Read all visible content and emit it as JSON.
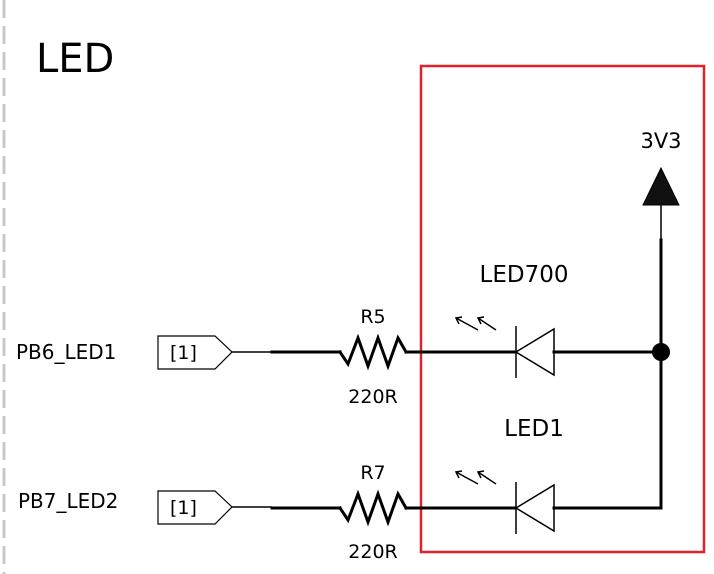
{
  "title": "LED",
  "power": {
    "label": "3V3"
  },
  "highlight_color": "#e0202a",
  "rows": [
    {
      "net_label": "PB6_LED1",
      "port_ref": "[1]",
      "resistor": {
        "ref": "R5",
        "value": "220R"
      },
      "led": {
        "label": "LED700"
      }
    },
    {
      "net_label": "PB7_LED2",
      "port_ref": "[1]",
      "resistor": {
        "ref": "R7",
        "value": "220R"
      },
      "led": {
        "label": "LED1"
      }
    }
  ]
}
